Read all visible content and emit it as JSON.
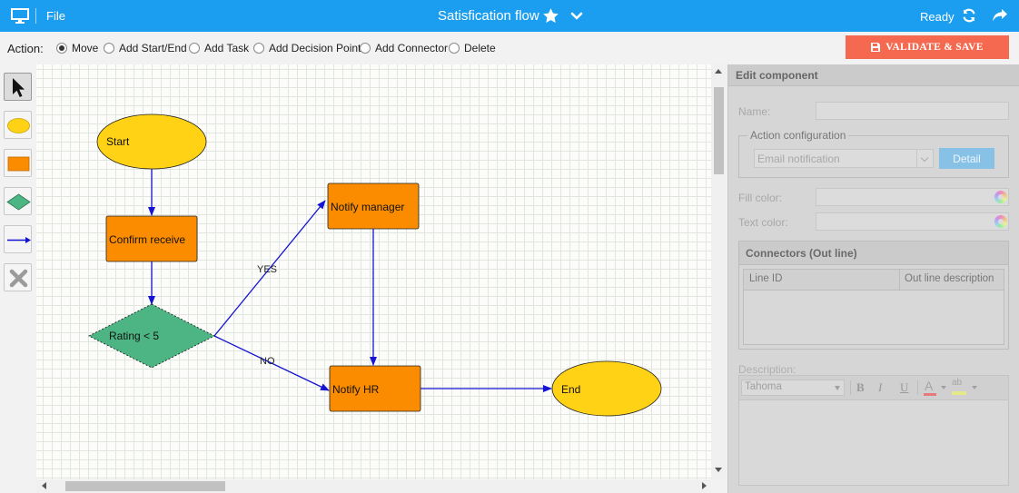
{
  "topbar": {
    "file_label": "File",
    "title": "Satisfication flow",
    "status": "Ready"
  },
  "actionbar": {
    "label": "Action:",
    "options": [
      {
        "label": "Move",
        "selected": true
      },
      {
        "label": "Add Start/End",
        "selected": false
      },
      {
        "label": "Add Task",
        "selected": false
      },
      {
        "label": "Add Decision Point",
        "selected": false
      },
      {
        "label": "Add Connector",
        "selected": false
      },
      {
        "label": "Delete",
        "selected": false
      }
    ],
    "validate_label": "VALIDATE & SAVE"
  },
  "toolbox": [
    "pointer-icon",
    "start-end-shape-icon",
    "task-shape-icon",
    "decision-shape-icon",
    "connector-arrow-icon",
    "delete-x-icon"
  ],
  "flow": {
    "nodes": {
      "start": "Start",
      "confirm": "Confirm receive",
      "decision": "Rating < 5",
      "notify_manager": "Notify manager",
      "notify_hr": "Notify HR",
      "end": "End"
    },
    "edges": {
      "yes": "YES",
      "no": "NO"
    }
  },
  "panel": {
    "title": "Edit component",
    "name_label": "Name:",
    "action_config_legend": "Action configuration",
    "action_select_value": "Email notification",
    "detail_label": "Detail",
    "fill_color_label": "Fill color:",
    "text_color_label": "Text color:",
    "connectors_title": "Connectors (Out line)",
    "columns": [
      "Line ID",
      "Out line description"
    ],
    "description_label": "Description:",
    "font_value": "Tahoma",
    "format_bold": "B",
    "format_italic": "I",
    "format_underline": "U",
    "font_color_glyph": "A",
    "highlight_glyph": "ab"
  },
  "colors": {
    "topbar": "#1b9ef0",
    "validate": "#f4694f",
    "start_end_fill": "#ffd215",
    "task_fill": "#fb8c00",
    "decision_fill": "#4db584",
    "connector": "#1414d2",
    "detail_button": "#88c1e6"
  }
}
